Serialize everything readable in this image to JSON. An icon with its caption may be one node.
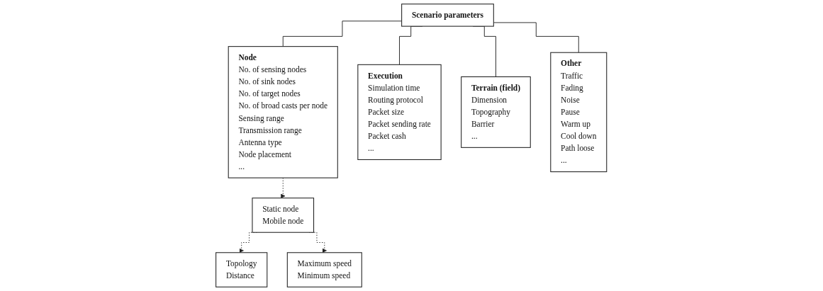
{
  "diagram": {
    "nodes": [
      {
        "text": [
          "Scenario parameters"
        ]
      },
      {
        "text": [
          "Node",
          "No. of sensing nodes",
          "No. of sink nodes",
          "No. of target nodes",
          "No. of broad casts per node",
          "Sensing range",
          "Transmission range",
          "Antenna type",
          "Node placement",
          "..."
        ]
      },
      {
        "text": [
          "Execution",
          "Simulation time",
          "Routing protocol",
          "Packet size",
          "Packet sending rate",
          "Packet cash",
          "..."
        ]
      },
      {
        "text": [
          "Terrain (field)",
          "Dimension",
          "Topography",
          "Barrier",
          "..."
        ]
      },
      {
        "text": [
          "Other",
          "Traffic",
          "Fading",
          "Noise",
          "Pause",
          "Warm up",
          "Cool down",
          "Path loose",
          "..."
        ]
      },
      {
        "text": [
          "Static node",
          "Mobile node"
        ]
      },
      {
        "text": [
          "Topology",
          "Distance"
        ]
      },
      {
        "text": [
          "Maximum speed",
          "Minimum speed"
        ]
      }
    ],
    "edges": [
      {
        "from": 0,
        "to": 1,
        "arrow": "none"
      },
      {
        "from": 0,
        "to": 2,
        "arrow": "none"
      },
      {
        "from": 0,
        "to": 3,
        "arrow": "none"
      },
      {
        "from": 0,
        "to": 4,
        "arrow": "none"
      },
      {
        "from": 1,
        "to": 5,
        "arrow": "to",
        "style": "dashed"
      },
      {
        "from": 5,
        "to": 6,
        "arrow": "to",
        "style": "dashed"
      },
      {
        "from": 5,
        "to": 7,
        "arrow": "to",
        "style": "dashed"
      }
    ]
  }
}
